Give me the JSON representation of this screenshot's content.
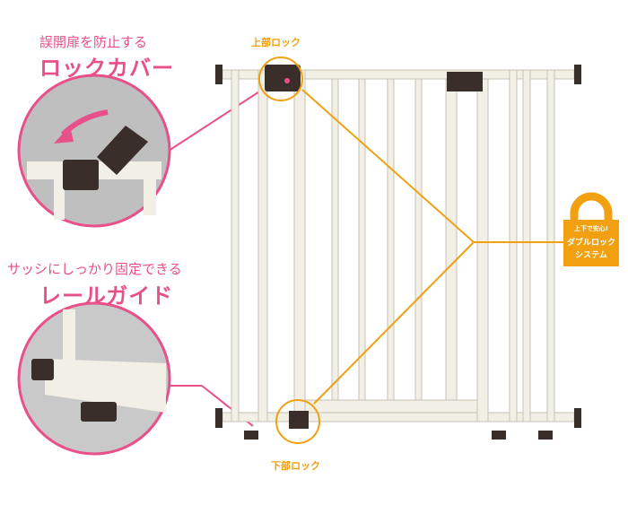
{
  "callouts": {
    "top": {
      "subtitle": "誤開扉を防止する",
      "title": "ロックカバー"
    },
    "bottom": {
      "subtitle": "サッシにしっかり固定できる",
      "title": "レールガイド"
    }
  },
  "labels": {
    "upper_lock": "上部ロック",
    "lower_lock": "下部ロック"
  },
  "lock_badge": {
    "small": "上下で安心!",
    "line1": "ダブルロック",
    "line2": "システム"
  },
  "colors": {
    "pink": "#e8508a",
    "orange": "#f0a010",
    "gate": "#f2efe6",
    "hardware": "#3a2e2a"
  }
}
